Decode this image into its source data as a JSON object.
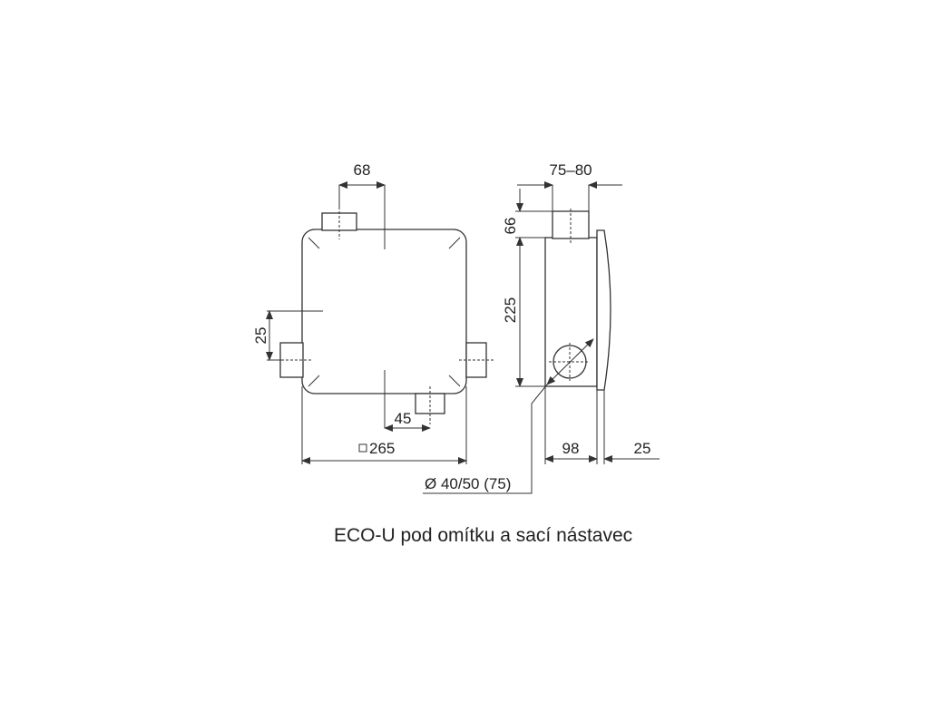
{
  "dimensions": {
    "front_top_width": "68",
    "front_left_height": "25",
    "front_bottom_offset": "45",
    "front_total_width": "265",
    "side_top_range": "75–80",
    "side_spigot_height": "66",
    "side_body_height": "225",
    "side_depth": "98",
    "side_cover": "25",
    "diameter": "Ø 40/50 (75)"
  },
  "caption": "ECO-U pod omítku a sací nástavec",
  "colors": {
    "line": "#333333",
    "text": "#222222"
  }
}
